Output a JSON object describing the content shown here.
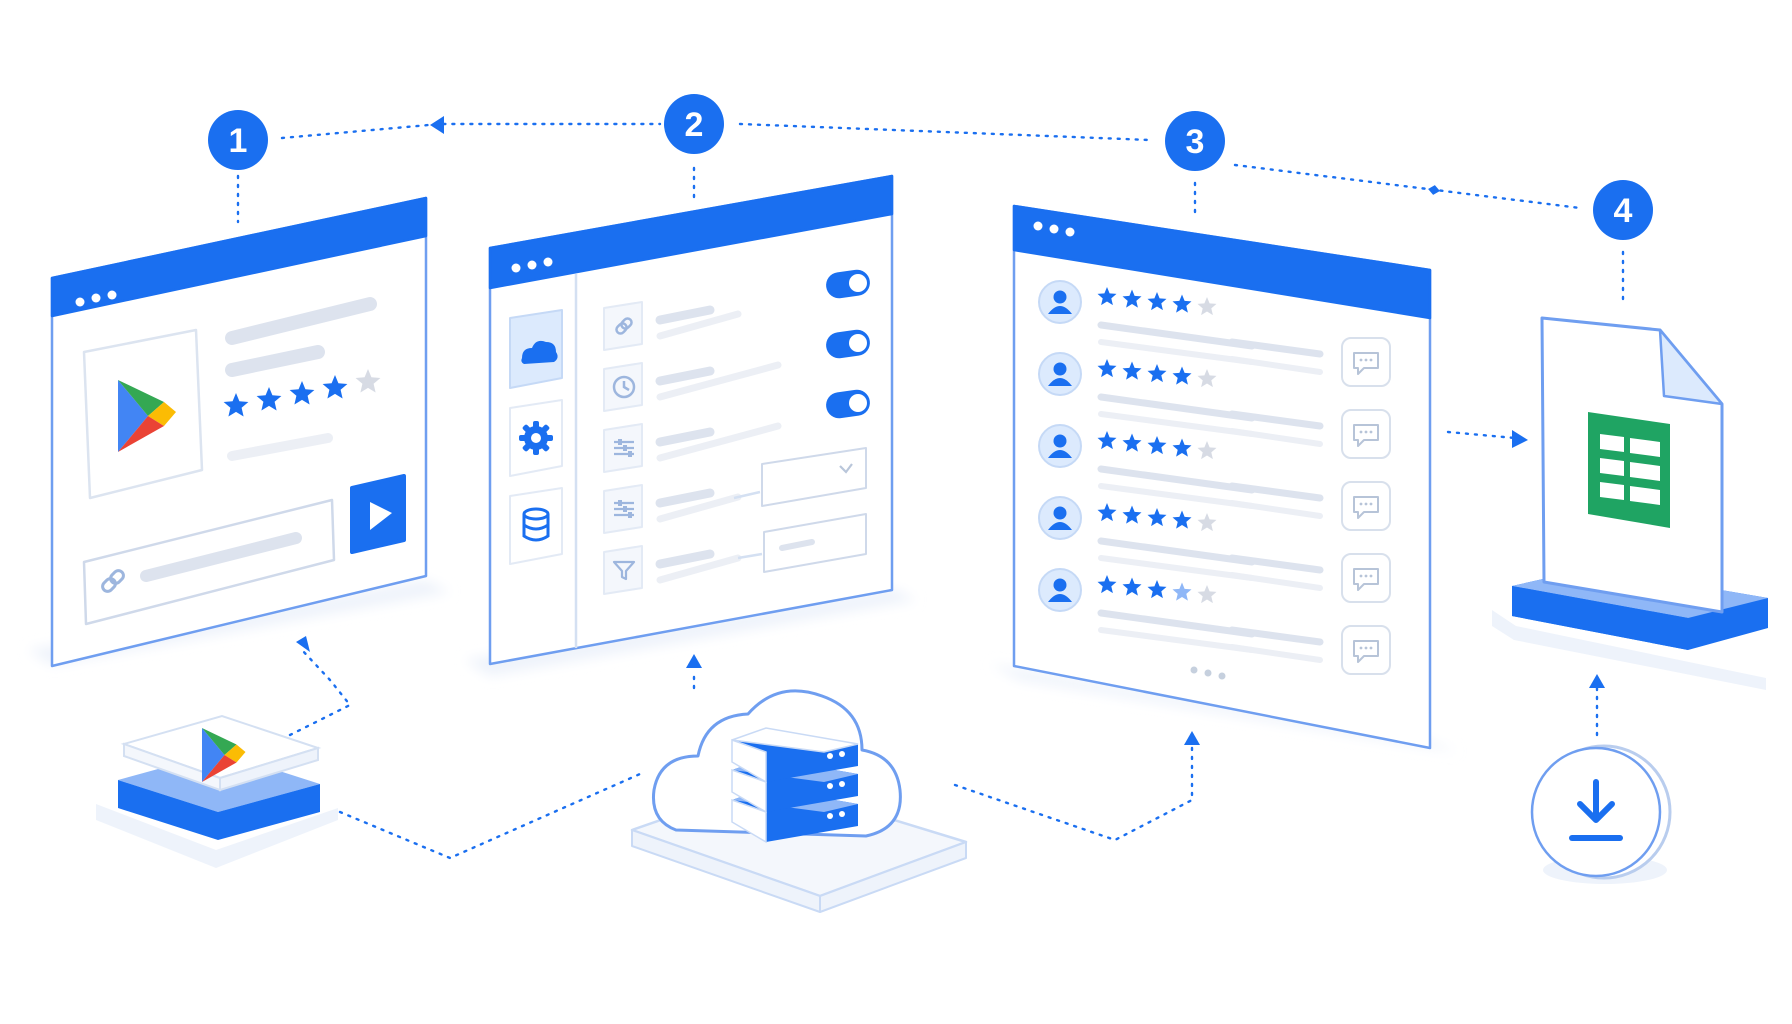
{
  "colors": {
    "primary": "#1a6ff0",
    "primary_light": "#8fb7f7",
    "line": "#c9daf5",
    "skeleton": "#dde3ee",
    "panel_bg": "#ffffff",
    "star_off": "#d7dbe4",
    "sheets_green": "#1fa463",
    "play_green": "#34a853",
    "play_blue": "#4285f4",
    "play_yellow": "#fbbc04",
    "play_red": "#ea4335"
  },
  "steps": [
    {
      "label": "1"
    },
    {
      "label": "2"
    },
    {
      "label": "3"
    },
    {
      "label": "4"
    }
  ],
  "step1": {
    "icons": [
      "google-play-logo",
      "link-icon",
      "play-button-icon"
    ],
    "rating": 4,
    "max_rating": 5
  },
  "step2": {
    "sidebar_icons": [
      "cloud-icon",
      "gear-icon",
      "database-icon"
    ],
    "rows": [
      {
        "icon": "link-icon",
        "control": "toggle-on"
      },
      {
        "icon": "clock-icon",
        "control": "toggle-on"
      },
      {
        "icon": "sliders-icon",
        "control": "toggle-on"
      },
      {
        "icon": "sliders-icon",
        "control": "dropdown"
      },
      {
        "icon": "filter-icon",
        "control": "input"
      }
    ]
  },
  "step3": {
    "reviews": [
      {
        "rating": 4,
        "max_rating": 5
      },
      {
        "rating": 4,
        "max_rating": 5
      },
      {
        "rating": 4,
        "max_rating": 5
      },
      {
        "rating": 4,
        "max_rating": 5
      },
      {
        "rating": 3.5,
        "max_rating": 5
      }
    ],
    "row_icons": [
      "user-avatar-icon",
      "comment-icon"
    ]
  },
  "step4": {
    "icons": [
      "google-sheets-icon",
      "download-icon"
    ]
  },
  "bottom_items": [
    "google-play-tile",
    "cloud-server-icon"
  ]
}
